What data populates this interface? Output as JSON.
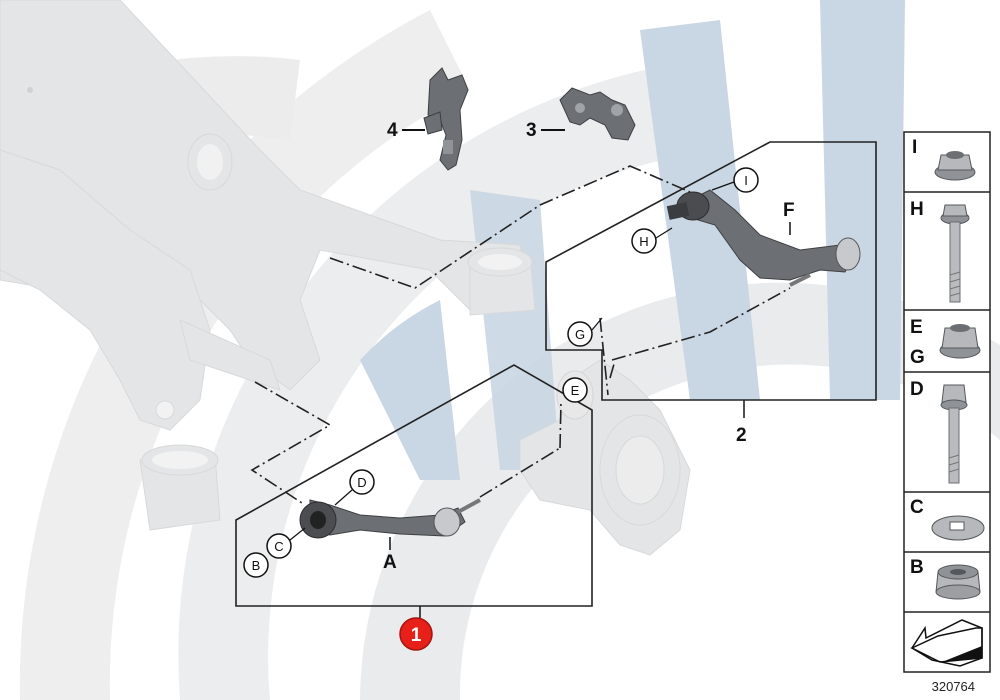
{
  "parts": {
    "item_1": "1",
    "item_2": "2",
    "item_3": "3",
    "item_4": "4",
    "item_A": "A",
    "item_F": "F"
  },
  "callouts": {
    "B": "B",
    "C": "C",
    "D": "D",
    "E": "E",
    "G": "G",
    "H": "H",
    "I": "I"
  },
  "key_panel": {
    "rows": [
      {
        "label": "I"
      },
      {
        "label": "H"
      },
      {
        "label": "E"
      },
      {
        "label": "G"
      },
      {
        "label": "D"
      },
      {
        "label": "C"
      },
      {
        "label": "B"
      }
    ]
  },
  "reference_number": "320764",
  "colors": {
    "highlight_badge": "#e8201a",
    "watermark_blue": "#c9d6e3",
    "watermark_gray": "#e9eaeb"
  }
}
